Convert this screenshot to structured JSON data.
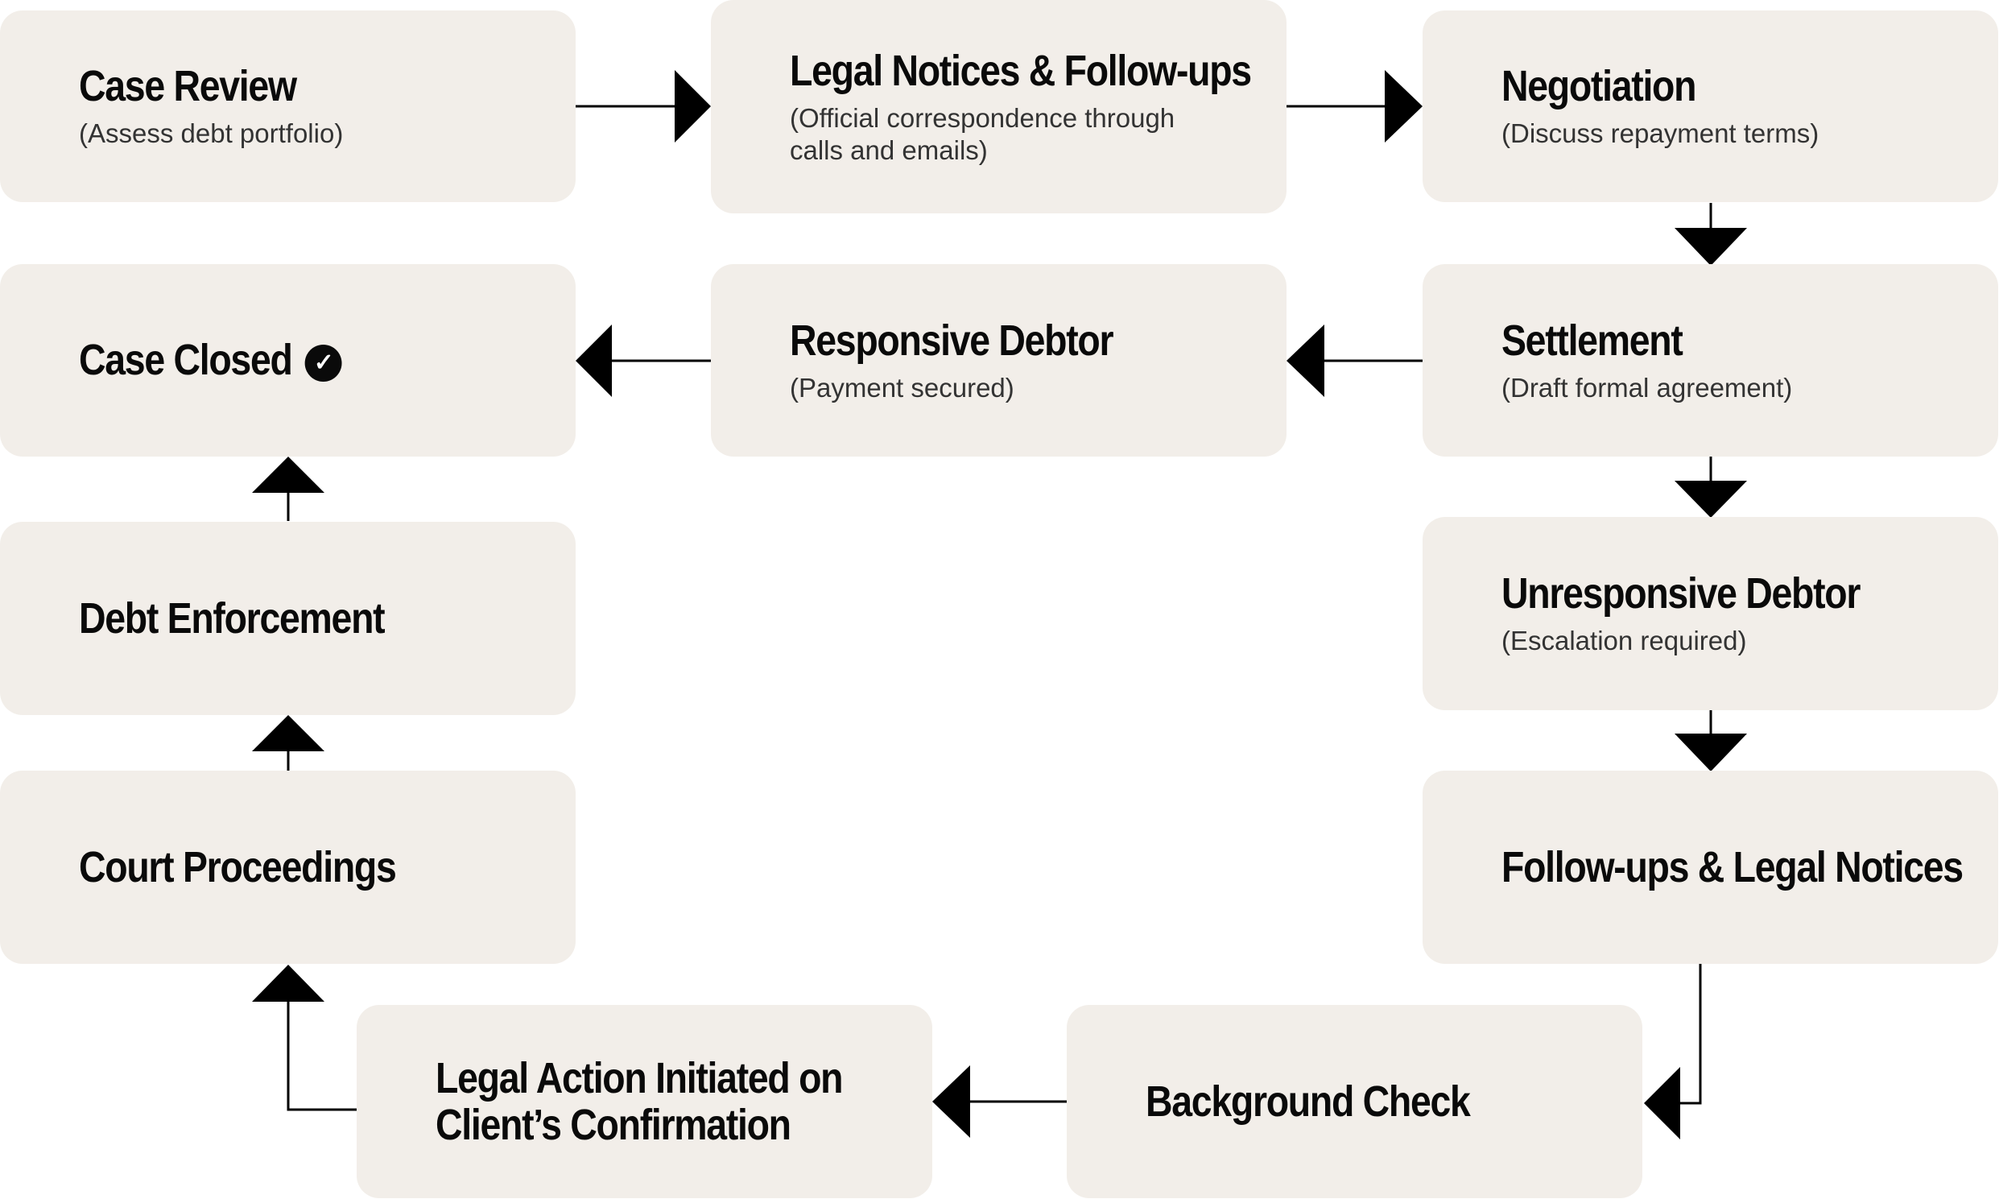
{
  "nodes": {
    "case_review": {
      "title": "Case Review",
      "subtitle": "(Assess debt portfolio)"
    },
    "legal_notices": {
      "title": "Legal Notices & Follow-ups",
      "subtitle_line1": "(Official correspondence through",
      "subtitle_line2": "calls and emails)"
    },
    "negotiation": {
      "title": "Negotiation",
      "subtitle": "(Discuss repayment terms)"
    },
    "settlement": {
      "title": "Settlement",
      "subtitle": "(Draft formal agreement)"
    },
    "responsive_debtor": {
      "title": "Responsive Debtor",
      "subtitle": "(Payment secured)"
    },
    "case_closed": {
      "title": "Case Closed",
      "icon": "check-circle-icon"
    },
    "unresponsive_debtor": {
      "title": "Unresponsive Debtor",
      "subtitle": "(Escalation required)"
    },
    "followups_legal_notices": {
      "title": "Follow-ups & Legal Notices"
    },
    "background_check": {
      "title": "Background Check"
    },
    "legal_action": {
      "title_line1": "Legal Action Initiated on",
      "title_line2": "Client’s Confirmation"
    },
    "court_proceedings": {
      "title": "Court Proceedings"
    },
    "debt_enforcement": {
      "title": "Debt Enforcement"
    }
  },
  "colors": {
    "node_fill": "#f2eee9",
    "text": "#0a0a0a",
    "connector": "#000000"
  }
}
